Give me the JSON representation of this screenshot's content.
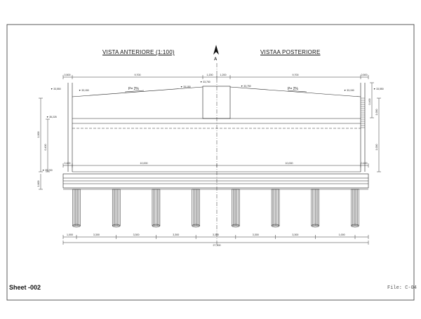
{
  "titles": {
    "front_view": "VISTA ANTERIORE  (1:100)",
    "rear_view": "VISTAA POSTERIORE"
  },
  "north_mark": "A",
  "sheet_label": "Sheet  -002",
  "file_label": "File: C-04",
  "slope_labels": [
    "P= 2%",
    "P= 2%"
  ],
  "top_dimensions": [
    "0,500",
    "9,700",
    "1,200",
    "1,200",
    "9,700",
    "0,500"
  ],
  "elevation_tags": [
    "▼ 33,550",
    "▼ 33,150",
    "▼ 33,750",
    "▼ 33,150",
    "▼ 33,150",
    "▼ 33,750",
    "▼ 33,550",
    "▼ 35,225",
    "▼ 35,200"
  ],
  "left_vertical_dims": [
    "1,000",
    "0,400",
    "1,600"
  ],
  "right_vertical_dims": [
    "0,400",
    "1,000",
    "1,000"
  ],
  "mid_dimensions": [
    "0,400",
    "10,000",
    "10,000",
    "0,400"
  ],
  "bottom_dimensions": [
    "1,000",
    "3,300",
    "3,300",
    "3,300",
    "3,300",
    "3,300",
    "3,300",
    "1,000"
  ],
  "total_dimension": "27,300",
  "pile_count": 8
}
